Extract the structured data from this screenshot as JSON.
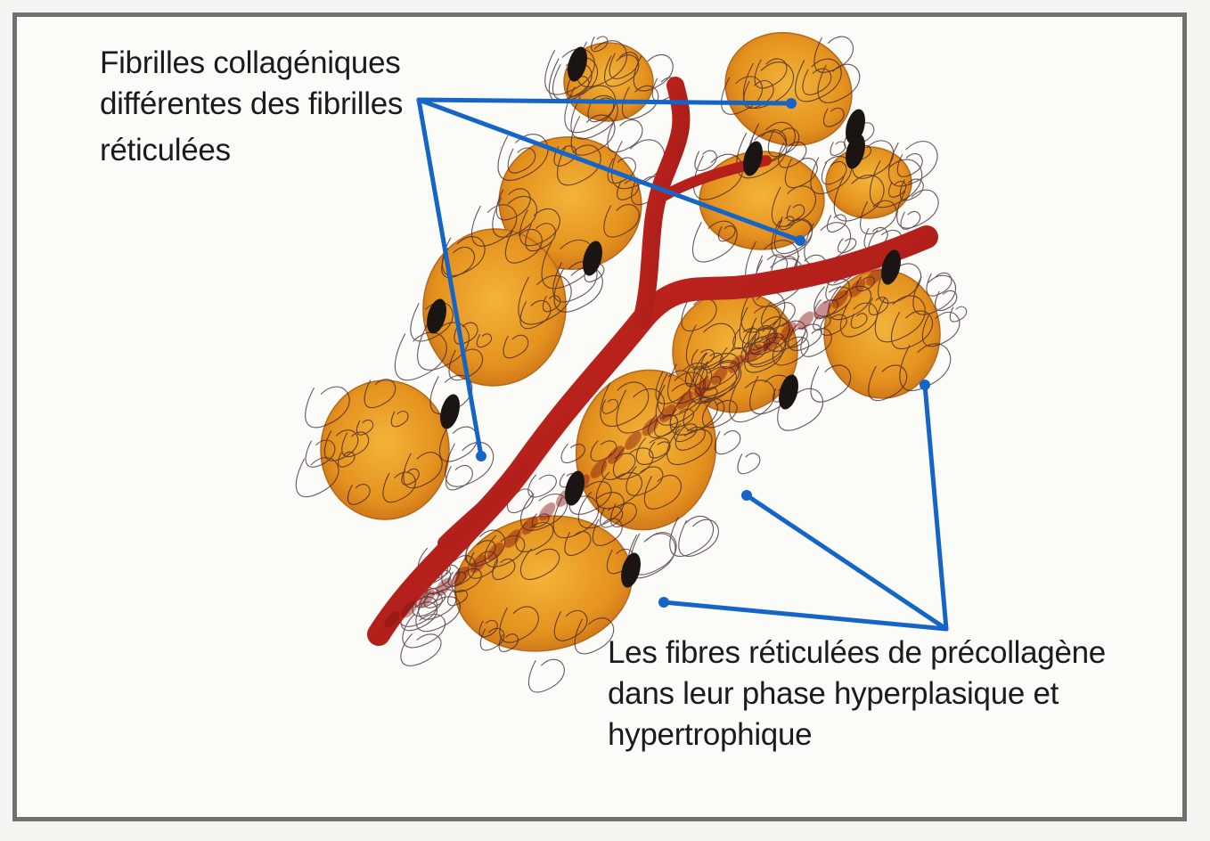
{
  "labels": {
    "collagen_fibrils": {
      "lines": [
        "Fibrilles collagéniques",
        "différentes des fibrilles",
        "réticulées"
      ]
    },
    "reticular_fibers": {
      "lines": [
        "Les fibres réticulées de précollagène",
        "dans leur phase hyperplasique et",
        "hypertrophique"
      ]
    }
  },
  "colors": {
    "leader_line": "#1565c8",
    "vessel": "#b3201d",
    "cell": "#e79a23",
    "nucleus": "#1a1512",
    "fibers": "#3a1e2a",
    "frame": "#707070"
  }
}
